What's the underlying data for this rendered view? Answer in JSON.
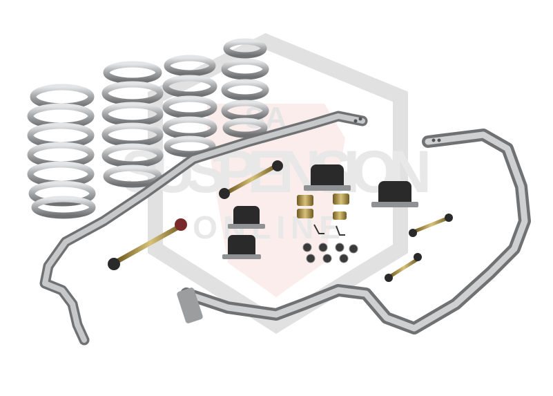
{
  "watermark": {
    "line1": "SA",
    "line2": "SUSPENSION",
    "line3": "ONLINE",
    "shield_color": "#c9c9c9",
    "accent_color": "#e25a4a"
  },
  "colors": {
    "background": "#ffffff",
    "metal": "#a9abad",
    "metal_dark": "#7f8183",
    "metal_light": "#d9dadb",
    "bushing": "#2a2a2a",
    "brass": "#b39a4a"
  }
}
